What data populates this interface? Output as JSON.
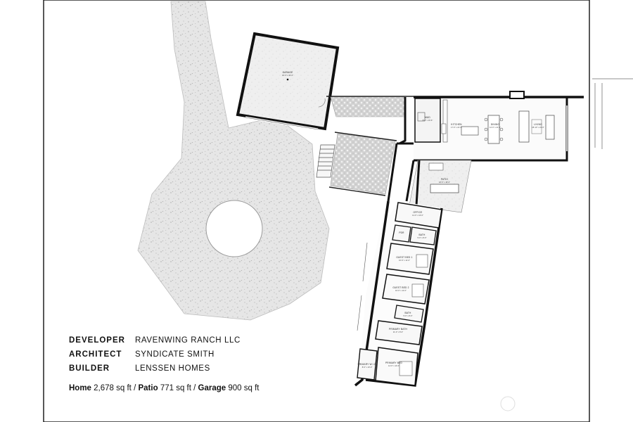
{
  "credits": [
    {
      "role": "DEVELOPER",
      "name": "RAVENWING RANCH LLC"
    },
    {
      "role": "ARCHITECT",
      "name": "SYNDICATE SMITH"
    },
    {
      "role": "BUILDER",
      "name": "LENSSEN HOMES"
    }
  ],
  "areas": {
    "home_label": "Home",
    "home_value": "2,678 sq ft",
    "patio_label": "Patio",
    "patio_value": "771 sq ft",
    "garage_label": "Garage",
    "garage_value": "900 sq ft",
    "separator": "/"
  },
  "rooms": {
    "garage": {
      "name": "GARAGE",
      "dim": "30'-0\" x 30'-0\""
    },
    "mud": {
      "name": "MUD",
      "dim": "8'-0\" x 10'-6\""
    },
    "kitchen": {
      "name": "KITCHEN",
      "dim": "17'-0\" x 21'-6\""
    },
    "dining": {
      "name": "DINING",
      "dim": "12'-0\" x 21'-6\""
    },
    "living": {
      "name": "LIVING",
      "dim": "18'-10\" x 21'-6\""
    },
    "patio": {
      "name": "PATIO",
      "dim": "18'-0\" x 18'-0\""
    },
    "office": {
      "name": "OFFICE",
      "dim": "11'-0\" x 10'-0\""
    },
    "bath1": {
      "name": "BATH",
      "dim": "5'-0\" x 8'-0\""
    },
    "pdr": {
      "name": "PDR",
      "dim": ""
    },
    "guest1": {
      "name": "GUEST BED 1",
      "dim": "10'-0\" x 11'-0\""
    },
    "guest2": {
      "name": "GUEST BED 2",
      "dim": "10'-0\" x 11'-0\""
    },
    "bath2": {
      "name": "BATH",
      "dim": "5'-0\" x 8'-0\""
    },
    "primary_bath": {
      "name": "PRIMARY BATH",
      "dim": "11'-0\" x 8'-0\""
    },
    "primary_wic": {
      "name": "PRIMARY W.I.C.",
      "dim": "8'-0\" x 10'-0\""
    },
    "primary_bed": {
      "name": "PRIMARY BED",
      "dim": "14'-0\" x 14'-0\""
    }
  }
}
